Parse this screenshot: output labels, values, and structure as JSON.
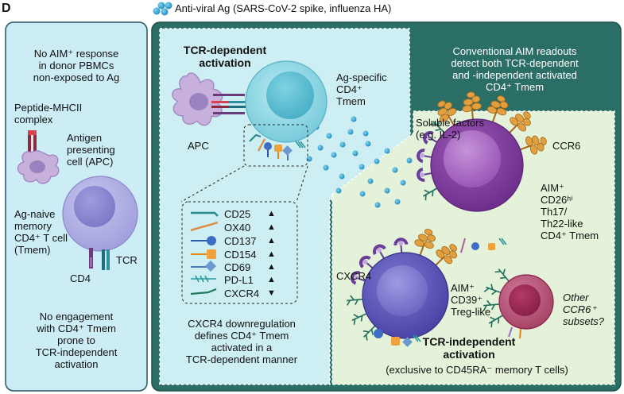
{
  "panel_letter": "D",
  "antigen_legend": "Anti-viral Ag (SARS-CoV-2 spike, influenza HA)",
  "left_panel": {
    "top_text": [
      "No AIM⁺ response",
      "in donor PBMCs",
      "non-exposed to Ag"
    ],
    "mhc_label": [
      "Peptide-MHCII",
      "complex"
    ],
    "apc_label": [
      "Antigen",
      "presenting",
      "cell (APC)"
    ],
    "naive_label": [
      "Ag-naive",
      "memory",
      "CD4⁺ T cell",
      "(Tmem)"
    ],
    "tcr_label": "TCR",
    "cd4_label": "CD4",
    "bottom_text": [
      "No engagement",
      "with CD4⁺ Tmem",
      "prone to",
      "TCR-independent",
      "activation"
    ]
  },
  "tcr_dependent": {
    "title": [
      "TCR-dependent",
      "activation"
    ],
    "cell_label": [
      "Ag-specific",
      "CD4⁺",
      "Tmem"
    ],
    "apc_label": "APC",
    "markers": [
      {
        "name": "CD25",
        "arrow": "▲"
      },
      {
        "name": "OX40",
        "arrow": "▲"
      },
      {
        "name": "CD137",
        "arrow": "▲"
      },
      {
        "name": "CD154",
        "arrow": "▲"
      },
      {
        "name": "CD69",
        "arrow": "▲"
      },
      {
        "name": "PD-L1",
        "arrow": "▲"
      },
      {
        "name": "CXCR4",
        "arrow": "▼"
      }
    ],
    "bottom_text": [
      "CXCR4 downregulation",
      "defines CD4⁺ Tmem",
      "activated in a",
      "TCR-dependent manner"
    ]
  },
  "conventional_text": [
    "Conventional AIM readouts",
    "detect both TCR-dependent",
    "and -independent activated",
    "CD4⁺ Tmem"
  ],
  "tcr_independent": {
    "soluble_label": [
      "Soluble factors",
      "(e.g. IL-2)"
    ],
    "ccr6_label": "CCR6",
    "th17_label": [
      "AIM⁺",
      "CD26ʰⁱ",
      "Th17/",
      "Th22-like",
      "CD4⁺ Tmem"
    ],
    "cxcr4_label": "CXCR4",
    "treg_label": [
      "AIM⁺",
      "CD39⁺",
      "Treg-like"
    ],
    "other_label": [
      "Other",
      "CCR6⁺",
      "subsets?"
    ],
    "title": [
      "TCR-independent",
      "activation"
    ],
    "subtitle": "(exclusive to CD45RA⁻ memory T cells)"
  }
}
